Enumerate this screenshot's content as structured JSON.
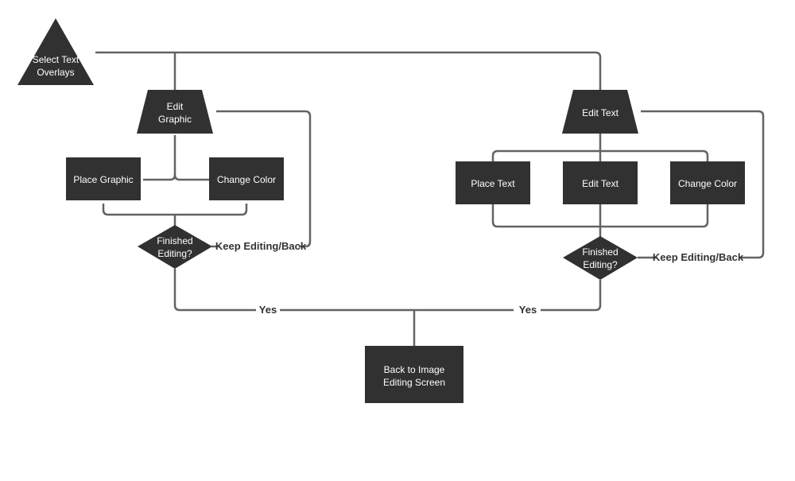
{
  "nodes": {
    "select_text_overlays": [
      "Select Text",
      "Overlays"
    ],
    "edit_graphic": [
      "Edit",
      "Graphic"
    ],
    "place_graphic": [
      "Place Graphic"
    ],
    "change_color_left": [
      "Change Color"
    ],
    "finished_editing_left": [
      "Finished",
      "Editing?"
    ],
    "edit_text_top": [
      "Edit Text"
    ],
    "place_text": [
      "Place Text"
    ],
    "edit_text_box": [
      "Edit Text"
    ],
    "change_color_right": [
      "Change Color"
    ],
    "finished_editing_right": [
      "Finished",
      "Editing?"
    ],
    "back_to_image": [
      "Back to Image",
      "Editing Screen"
    ]
  },
  "edge_labels": {
    "keep_editing_left": "Keep Editing/Back",
    "keep_editing_right": "Keep Editing/Back",
    "yes_left": "Yes",
    "yes_right": "Yes"
  },
  "colors": {
    "shape_fill": "#313131",
    "connector": "#636363",
    "node_text": "#ffffff",
    "edge_text": "#333333"
  }
}
